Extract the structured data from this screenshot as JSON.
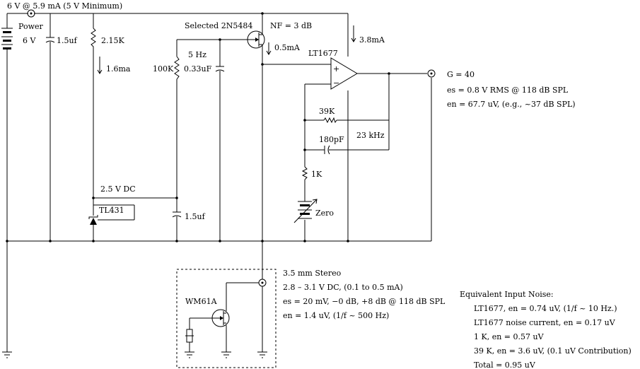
{
  "labels": {
    "supply": "6 V @ 5.9 mA (5 V Minimum)",
    "power": "Power",
    "battery_v": "6 V",
    "cap_1": "1.5uf",
    "r_215k": "2.15K",
    "i_16": "1.6ma",
    "r_100k": "100K",
    "f_5hz": "5 Hz",
    "cap_033": "0.33uF",
    "jfet_sel": "Selected 2N5484",
    "nf": "NF = 3 dB",
    "i_05": "0.5mA",
    "i_38": "3.8mA",
    "opamp": "LT1677",
    "plus": "+",
    "minus": "−",
    "r_39k": "39K",
    "c_180": "180pF",
    "f_23k": "23 kHz",
    "r_1k": "1K",
    "zero": "Zero",
    "v_25": "2.5 V DC",
    "tl431": "TL431",
    "cap_2": "1.5uf",
    "gain": "G = 40",
    "es_out": "es = 0.8 V RMS @ 118 dB SPL",
    "en_out": "en = 67.7 uV, (e.g., ~37 dB SPL)",
    "jack": "3.5 mm Stereo",
    "mic_dc": "2.8 – 3.1 V DC, (0.1 to 0.5 mA)",
    "mic_es": "es = 20 mV, −0 dB, +8 dB @ 118 dB SPL",
    "mic_en": "en = 1.4 uV, (1/f ~ 500 Hz)",
    "wm61a": "WM61A"
  },
  "noise": {
    "title": "Equivalent Input Noise:",
    "lines": [
      "LT1677, en = 0.74 uV, (1/f ~ 10 Hz.)",
      "LT1677 noise current, en = 0.17 uV",
      "1 K, en = 0.57 uV",
      "39 K, en = 3.6 uV, (0.1 uV Contribution)",
      "Total = 0.95 uV"
    ]
  }
}
